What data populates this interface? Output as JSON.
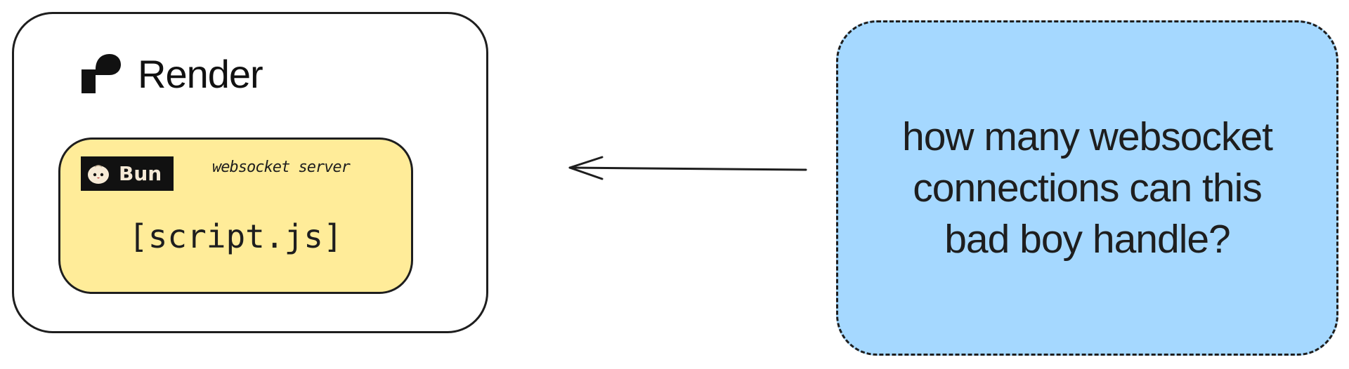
{
  "render_box": {
    "logo_text": "Render",
    "service": {
      "runtime_badge": "Bun",
      "label": "websocket server",
      "file": "[script.js]"
    }
  },
  "question_box": {
    "lines": [
      "how many websocket",
      "connections can this",
      "bad boy handle?"
    ]
  },
  "colors": {
    "service_fill": "#ffec99",
    "question_fill": "#a5d8ff",
    "stroke": "#1e1e1e"
  }
}
